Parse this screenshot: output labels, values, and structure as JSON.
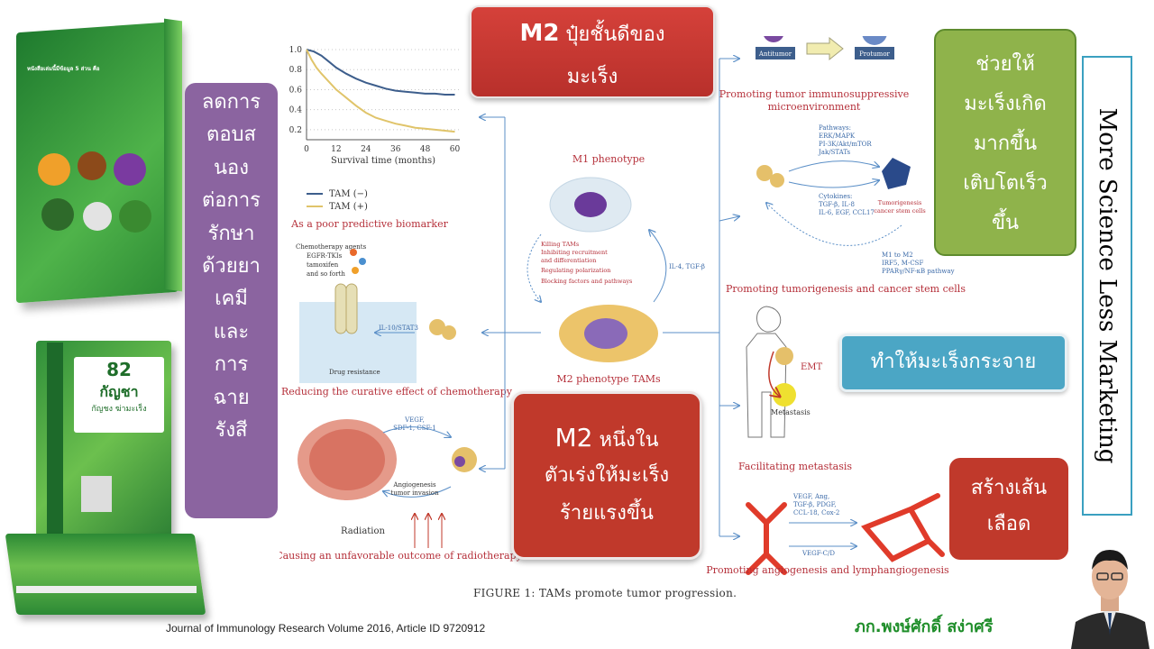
{
  "left_panel": {
    "book1_heading": "หนังสือเล่มนี้มีข้อมูล 5 ส่วน คือ",
    "book2_number": "82",
    "book2_title": "กัญชา",
    "book2_subtitle": "กัญชง ฆ่ามะเร็ง"
  },
  "purple_box": {
    "lines": [
      "ลดการ",
      "ตอบส",
      "นอง",
      "ต่อการ",
      "รักษา",
      "ด้วยยา",
      "เคมี",
      "และ",
      "การ",
      "ฉาย",
      "รังสี"
    ]
  },
  "title_box": {
    "line1_a": "M2",
    "line1_b": " ปุ๋ยชั้นดีของ",
    "line2": "มะเร็ง"
  },
  "green_box": {
    "lines": [
      "ช่วยให้",
      "มะเร็งเกิด",
      "มากขึ้น",
      "เติบโตเร็ว",
      "ขึ้น"
    ]
  },
  "vertical_title": "More Science Less Marketing",
  "teal_box": {
    "text": "ทำให้มะเร็งกระจาย"
  },
  "red_box_center": {
    "line1_a": "M2",
    "line1_b": " หนึ่งใน",
    "line2": "ตัวเร่งให้มะเร็ง",
    "line3": "ร้ายแรงขึ้น"
  },
  "red_box_vessel": {
    "line1": "สร้างเส้น",
    "line2": "เลือด"
  },
  "credit": "ภก.พงษ์ศักดิ์ สง่าศรี",
  "citation": "Journal of Immunology Research Volume 2016, Article ID 9720912",
  "figure": {
    "caption": "FIGURE 1: TAMs promote tumor progression.",
    "survival": {
      "xlabel": "Survival time (months)",
      "legend_neg": "TAM (−)",
      "legend_pos": "TAM (+)",
      "title": "As a poor predictive biomarker"
    },
    "chemo": {
      "agents": "Chemotherapy agents",
      "egfr": "EGFR-TKIs",
      "tamox": "tamoxifen",
      "sofourth": "and so forth",
      "pathway": "IL-10/STAT3",
      "resistance": "Drug resistance",
      "title": "Reducing the curative effect of chemotherapy"
    },
    "radio": {
      "vegf": "VEGF,",
      "sdf": "SDF-1, CSF-1",
      "angio1": "Angiogenesis",
      "angio2": "tumor invasion",
      "radiation": "Radiation",
      "title": "Causing an unfavorable outcome of radiotherapy"
    },
    "center": {
      "m1": "M1 phenotype",
      "m2": "M2 phenotype TAMs",
      "il4": "IL-4, TGF-β",
      "k1": "Killing TAMs",
      "k2": "Inhibiting recruitment",
      "k3": "and differentiation",
      "k4": "Regulating polarization",
      "k5": "Blocking factors and pathways"
    },
    "immuno": {
      "antitumor": "Antitumor",
      "protumor": "Protumor",
      "title1": "Promoting tumor immunosuppressive",
      "title2": "microenvironment"
    },
    "stem": {
      "pathways": "Pathways:",
      "p1": "ERK/MAPK",
      "p2": "PI-3K/Akt/mTOR",
      "p3": "Jak/STATs",
      "cytokines": "Cytokines:",
      "c1": "TGF-β, IL-8",
      "c2": "IL-6, EGF, CCL17",
      "tumorigenesis1": "Tumorigenesis",
      "tumorigenesis2": "cancer stem cells",
      "m1m2": "M1 to M2",
      "m1m2b": "IRF5, M-CSF",
      "m1m2c": "PPARγ/NF-κB pathway",
      "title": "Promoting tumorigenesis and cancer stem cells"
    },
    "meta": {
      "emt": "EMT",
      "metastasis": "Metastasis",
      "title": "Facilitating metastasis"
    },
    "angio": {
      "v1": "VEGF, Ang,",
      "v2": "TGF-β, PDGF,",
      "v3": "CCL-18, Cox-2",
      "v4": "VEGF-C/D",
      "title": "Promoting angiogenesis and lymphangiogenesis"
    }
  },
  "chart_data": {
    "type": "line",
    "title": "As a poor predictive biomarker",
    "xlabel": "Survival time (months)",
    "ylabel": "",
    "x_ticks": [
      0,
      12,
      24,
      36,
      48,
      60
    ],
    "y_ticks": [
      0.2,
      0.4,
      0.6,
      0.8,
      1.0
    ],
    "xlim": [
      0,
      62
    ],
    "ylim": [
      0.1,
      1.0
    ],
    "series": [
      {
        "name": "TAM (−)",
        "color": "#3d5e8c",
        "x": [
          0,
          3,
          6,
          9,
          12,
          16,
          20,
          24,
          28,
          32,
          36,
          40,
          44,
          48,
          52,
          56,
          60
        ],
        "y": [
          1.0,
          0.98,
          0.94,
          0.88,
          0.82,
          0.76,
          0.71,
          0.67,
          0.64,
          0.61,
          0.59,
          0.58,
          0.57,
          0.56,
          0.56,
          0.55,
          0.55
        ]
      },
      {
        "name": "TAM (+)",
        "color": "#e0c46a",
        "x": [
          0,
          2,
          4,
          6,
          9,
          12,
          16,
          20,
          24,
          28,
          32,
          36,
          40,
          44,
          48,
          52,
          56,
          60
        ],
        "y": [
          1.0,
          0.9,
          0.82,
          0.76,
          0.68,
          0.6,
          0.52,
          0.44,
          0.37,
          0.32,
          0.29,
          0.26,
          0.24,
          0.22,
          0.21,
          0.2,
          0.19,
          0.18
        ]
      }
    ]
  }
}
